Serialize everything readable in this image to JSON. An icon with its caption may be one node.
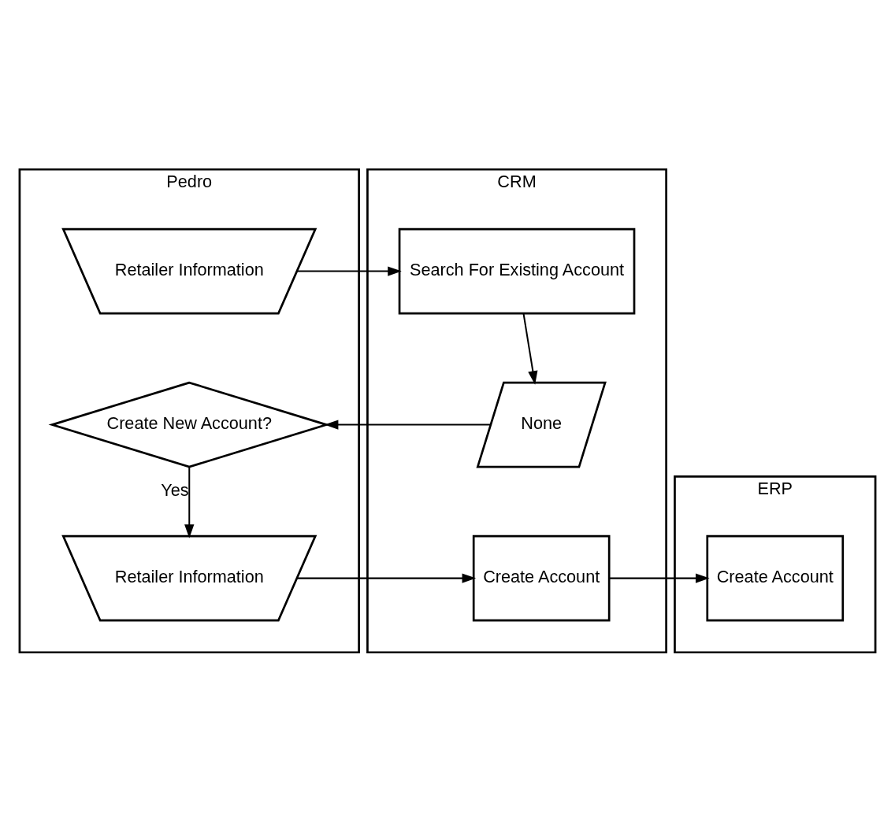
{
  "diagram": {
    "nodes": [
      {
        "text": [
          "Pedro"
        ]
      },
      {
        "text": [
          "CRM"
        ]
      },
      {
        "text": [
          "ERP"
        ]
      },
      {
        "text": [
          "Retailer Information"
        ],
        "in": 0
      },
      {
        "text": [
          "Search For Existing Account"
        ],
        "in": 1
      },
      {
        "text": [
          "None"
        ],
        "in": 1
      },
      {
        "text": [
          "Create New Account?"
        ],
        "in": 0
      },
      {
        "text": [
          "Retailer Information"
        ],
        "in": 0
      },
      {
        "text": [
          "Create Account"
        ],
        "in": 1
      },
      {
        "text": [
          "Create Account"
        ],
        "in": 2
      }
    ],
    "edges": [
      {
        "from": 3,
        "to": 4,
        "arrow": "to"
      },
      {
        "from": 4,
        "to": 5,
        "arrow": "to"
      },
      {
        "from": 5,
        "to": 6,
        "arrow": "to"
      },
      {
        "from": 6,
        "to": 7,
        "arrow": "to",
        "label": "Yes"
      },
      {
        "from": 7,
        "to": 8,
        "arrow": "to"
      },
      {
        "from": 8,
        "to": 9,
        "arrow": "to"
      }
    ]
  }
}
